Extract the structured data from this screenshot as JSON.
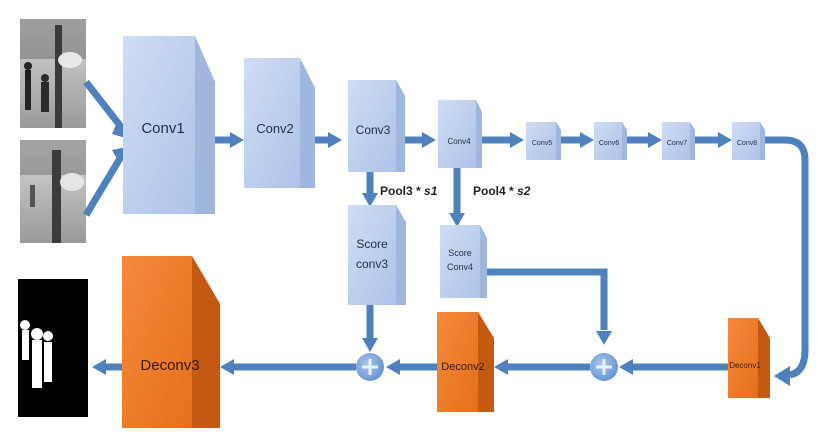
{
  "blocks": {
    "conv1": "Conv1",
    "conv2": "Conv2",
    "conv3": "Conv3",
    "conv4": "Conv4",
    "conv5": "Conv5",
    "conv6": "Conv6",
    "conv7": "Conv7",
    "conv8": "Conv8",
    "score_conv3_line1": "Score",
    "score_conv3_line2": "conv3",
    "score_conv4_line1": "Score",
    "score_conv4_line2": "Conv4",
    "deconv1": "Deconv1",
    "deconv2": "Deconv2",
    "deconv3": "Deconv3"
  },
  "annotations": {
    "pool3": "Pool3 * ",
    "pool3_scale": "s1",
    "pool4": "Pool4 * ",
    "pool4_scale": "s2"
  },
  "colors": {
    "block_blue": "#bcd0ef",
    "block_orange": "#f07f2e",
    "arrow": "#4f81bd"
  }
}
